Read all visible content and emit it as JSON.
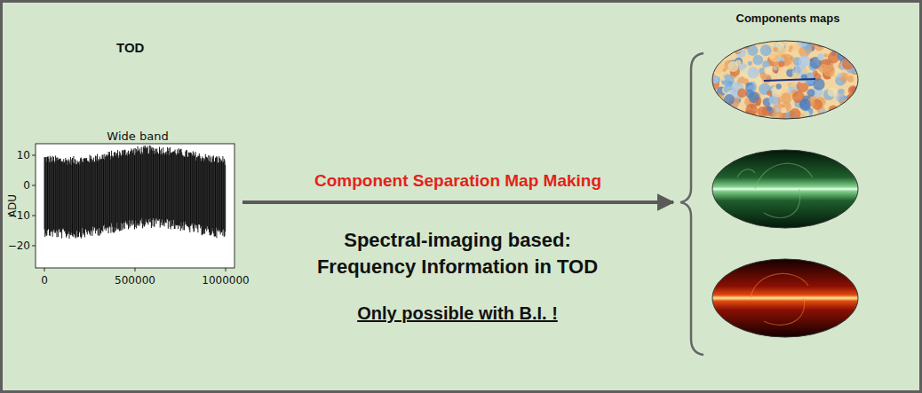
{
  "diagram": {
    "nodes": [
      {
        "text": [
          "TOD",
          "Wide band"
        ]
      },
      {
        "text": [
          "Components maps"
        ]
      }
    ],
    "edges": [
      {
        "from": 0,
        "to": 1,
        "arrow": "to",
        "label": "Component Separation Map Making"
      }
    ],
    "labels": [
      "ADU",
      "10",
      "0",
      "−10",
      "−20",
      "0",
      "500000",
      "1000000",
      "Spectral-imaging based: Frequency Information in TOD",
      "Only possible with B.I. !"
    ]
  }
}
